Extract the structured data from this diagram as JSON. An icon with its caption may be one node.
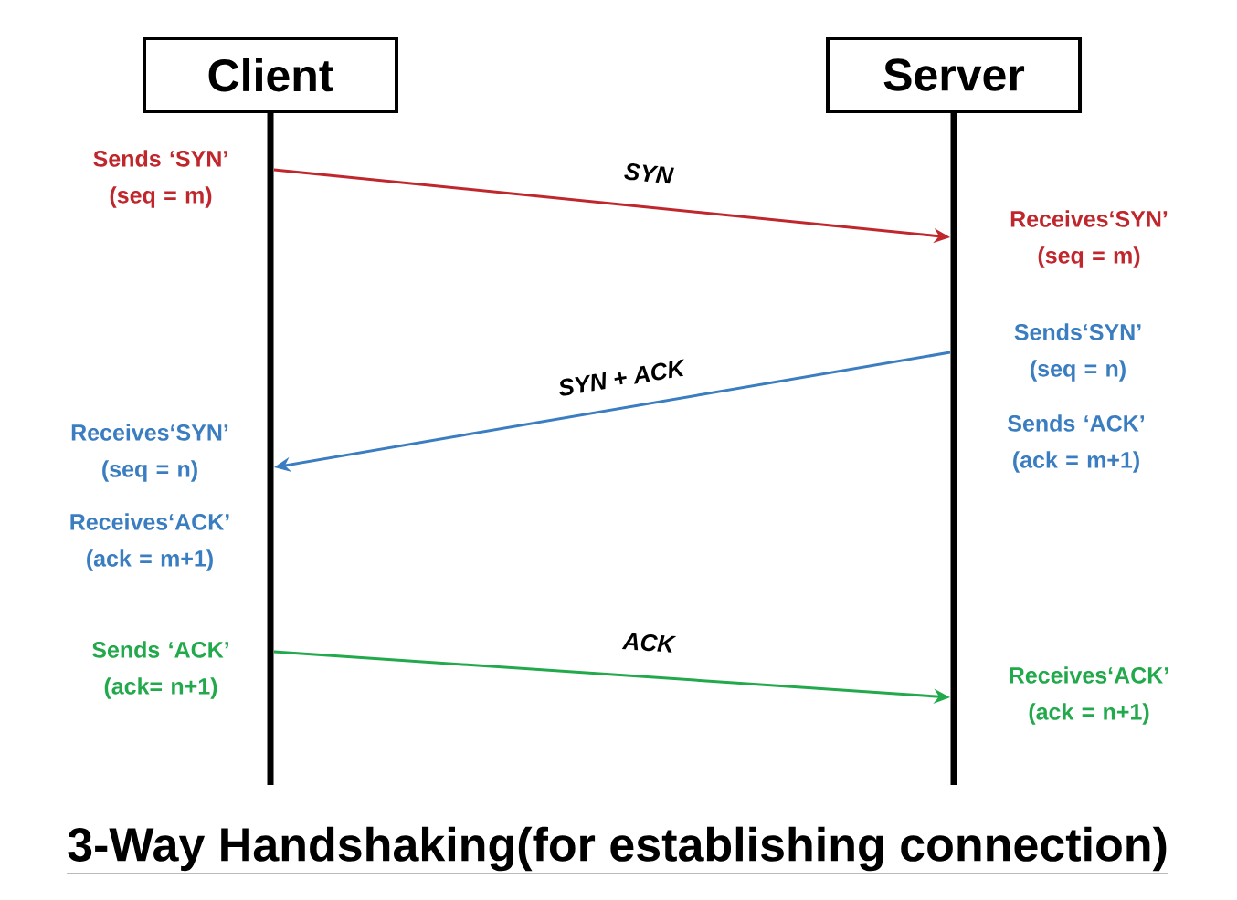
{
  "diagram": {
    "title": "3-Way Handshaking(for establishing connection)",
    "nodes": [
      {
        "text": [
          "Client"
        ]
      },
      {
        "text": [
          "Server"
        ]
      },
      {
        "text": [],
        "shape": "bar"
      },
      {
        "text": [],
        "shape": "bar"
      }
    ],
    "edges": [
      {
        "from": 2,
        "to": 3,
        "arrow": "to",
        "label": "SYN",
        "color": "#c0272d"
      },
      {
        "from": 3,
        "to": 2,
        "arrow": "to",
        "label": "SYN + ACK",
        "color": "#3a7dc1"
      },
      {
        "from": 2,
        "to": 3,
        "arrow": "to",
        "label": "ACK",
        "color": "#22a94b"
      }
    ],
    "labels": [
      "Sends ‘SYN’ (seq = m)",
      "Receives‘SYN’ (seq = m)",
      "Sends‘SYN’ (seq = n)",
      "Sends ‘ACK’ (ack = m+1)",
      "Receives‘SYN’ (seq = n)",
      "Receives‘ACK’ (ack = m+1)",
      "Sends ‘ACK’ (ack= n+1)",
      "Receives‘ACK’ (ack = n+1)"
    ]
  }
}
